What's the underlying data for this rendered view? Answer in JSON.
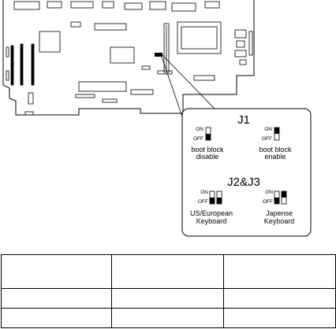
{
  "callout": {
    "j1": {
      "title": "J1",
      "left": {
        "on": "ON",
        "off": "OFF",
        "line1": "boot block",
        "line2": "disable",
        "switch_on": false
      },
      "right": {
        "on": "ON",
        "off": "OFF",
        "line1": "boot block",
        "line2": "enable",
        "switch_on": true
      }
    },
    "j2j3": {
      "title": "J2&J3",
      "left": {
        "on": "ON",
        "off": "OFF",
        "line1": "US/European",
        "line2": "Keyboard",
        "switches_on": [
          false,
          false
        ]
      },
      "right": {
        "on": "ON",
        "off": "OFF",
        "line1": "Japense",
        "line2": "Keyboard",
        "switches_on": [
          false,
          true
        ]
      }
    }
  },
  "table": {
    "rows": [
      [
        "",
        "",
        ""
      ],
      [
        "",
        "",
        ""
      ],
      [
        "",
        "",
        ""
      ]
    ]
  }
}
